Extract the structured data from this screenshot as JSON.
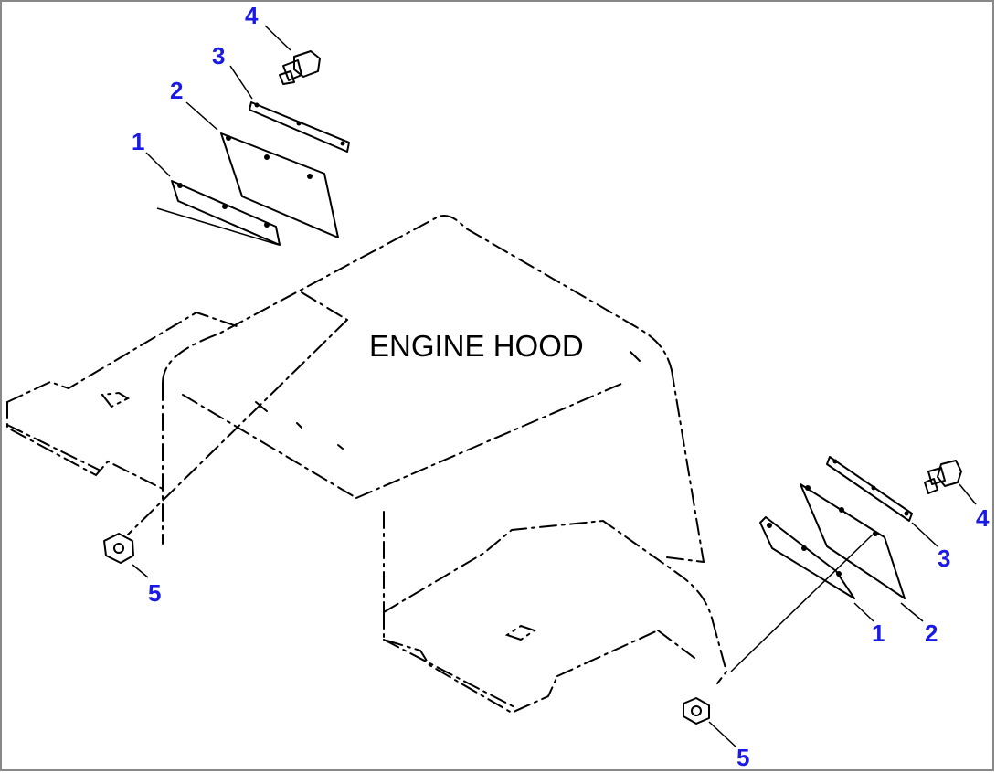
{
  "label": "ENGINE HOOD",
  "callouts": {
    "c1a": "1",
    "c2a": "2",
    "c3a": "3",
    "c4a": "4",
    "c5a": "5",
    "c1b": "1",
    "c2b": "2",
    "c3b": "3",
    "c4b": "4",
    "c5b": "5"
  },
  "colors": {
    "callout": "#1a1ae6",
    "line": "#000000",
    "frame": "#888888"
  }
}
